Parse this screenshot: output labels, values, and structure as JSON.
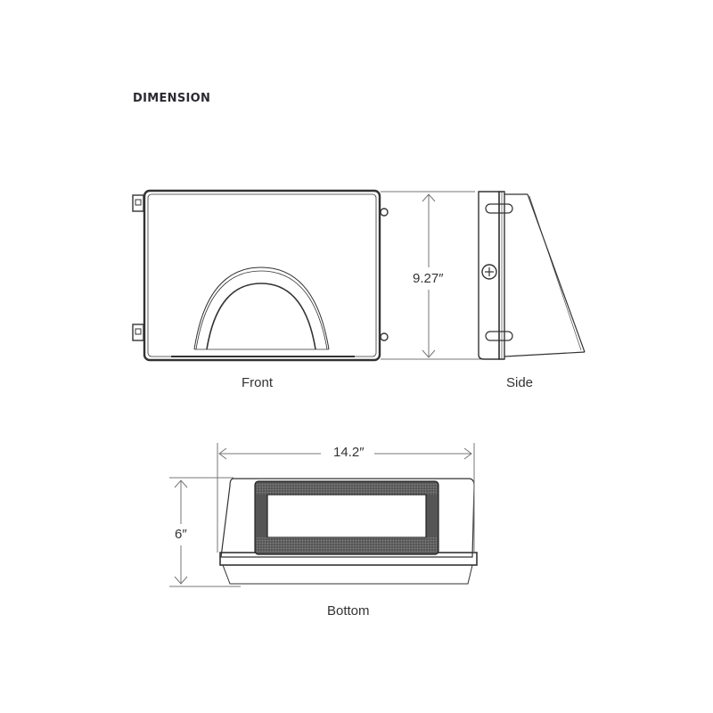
{
  "heading": "DIMENSION",
  "views": {
    "front": {
      "label": "Front"
    },
    "side": {
      "label": "Side"
    },
    "bottom": {
      "label": "Bottom"
    }
  },
  "dimensions": {
    "height": "9.27″",
    "width": "14.2″",
    "depth": "6″"
  },
  "colors": {
    "line": "#3a3a3a",
    "dim_line": "#777777"
  }
}
